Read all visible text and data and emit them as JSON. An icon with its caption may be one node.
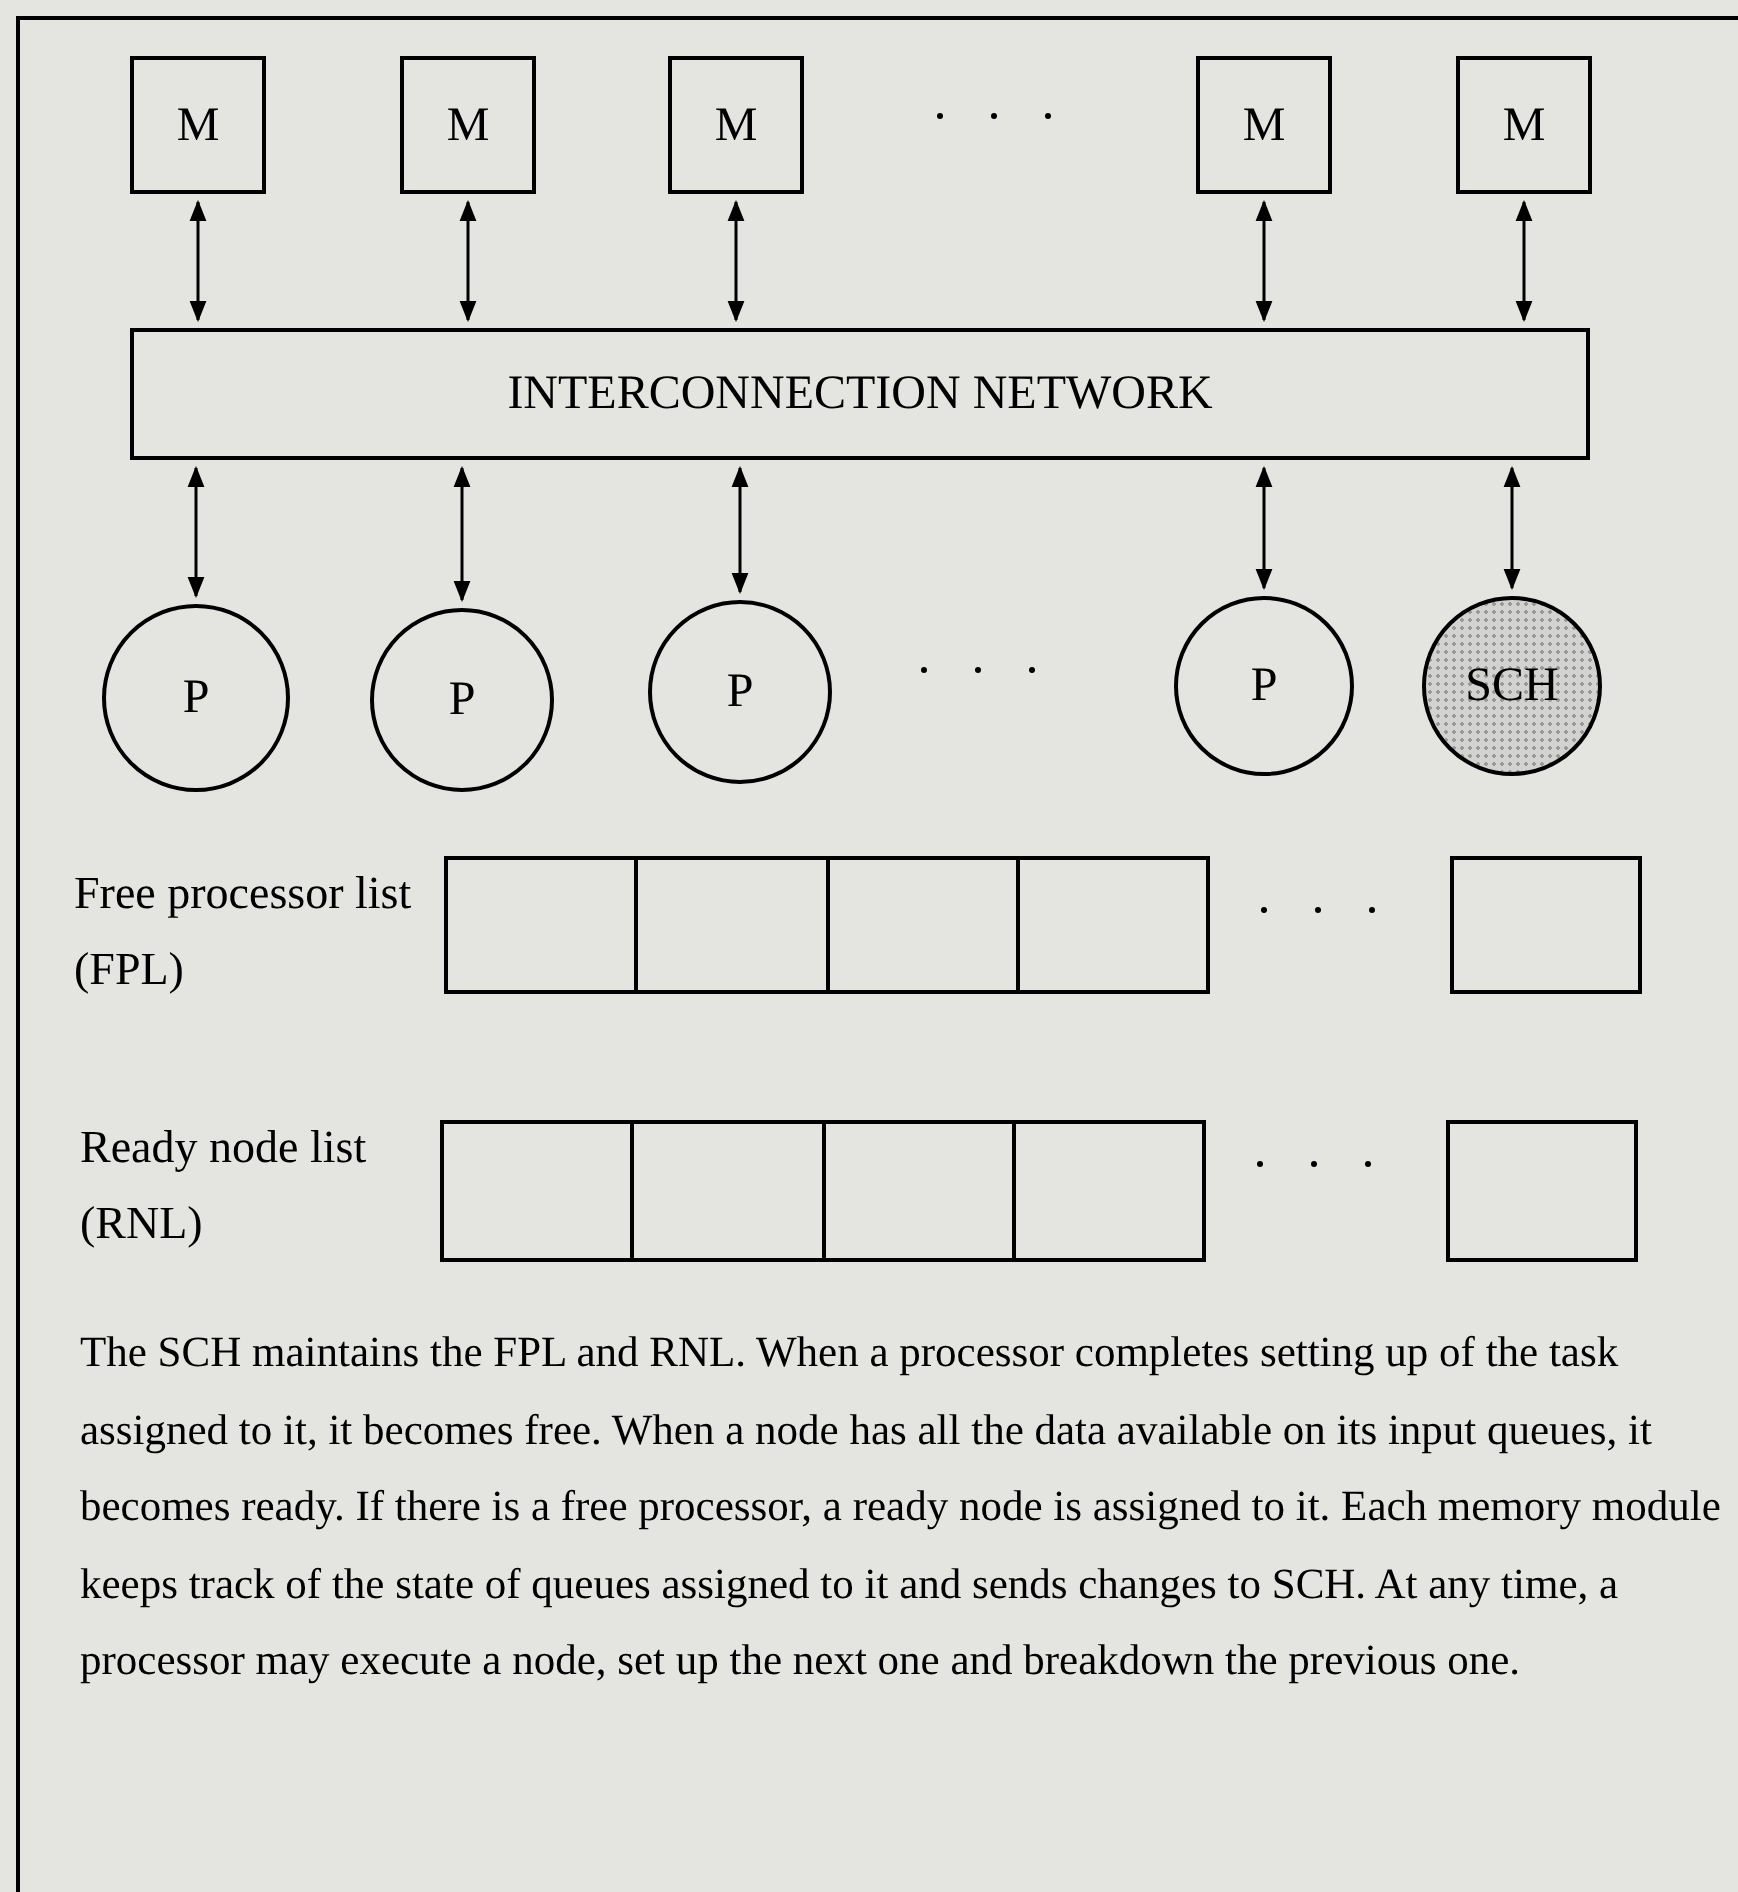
{
  "diagram": {
    "caption": "The SCH maintains the FPL and RNL. When a processor completes setting up of the task assigned to it, it becomes free. When a node has all the data available on its input queues, it becomes ready. If there is a free processor, a ready node is assigned to it. Each memory module keeps track of the state of queues assigned to it and sends changes to SCH. At any time, a processor may execute a node, set up the next one and breakdown the previous one.",
    "nodes": [
      {
        "text": [
          "M"
        ]
      },
      {
        "text": [
          "M"
        ]
      },
      {
        "text": [
          "M"
        ]
      },
      {
        "text": [
          "M"
        ]
      },
      {
        "text": [
          "M"
        ]
      },
      {
        "text": [
          "INTERCONNECTION NETWORK"
        ]
      },
      {
        "text": [
          "P"
        ]
      },
      {
        "text": [
          "P"
        ]
      },
      {
        "text": [
          "P"
        ]
      },
      {
        "text": [
          "P"
        ]
      },
      {
        "text": [
          "SCH"
        ]
      },
      {
        "text": [],
        "shape": "bar",
        "beside": [
          "Free processor list (FPL)"
        ]
      },
      {
        "text": [],
        "shape": "box"
      },
      {
        "text": [],
        "shape": "bar",
        "beside": [
          "Ready node list (RNL)"
        ]
      },
      {
        "text": [],
        "shape": "box"
      }
    ],
    "edges": [
      {
        "from": 0,
        "to": 5,
        "arrow": "both"
      },
      {
        "from": 1,
        "to": 5,
        "arrow": "both"
      },
      {
        "from": 2,
        "to": 5,
        "arrow": "both"
      },
      {
        "from": 3,
        "to": 5,
        "arrow": "both"
      },
      {
        "from": 4,
        "to": 5,
        "arrow": "both"
      },
      {
        "from": 5,
        "to": 6,
        "arrow": "both"
      },
      {
        "from": 5,
        "to": 7,
        "arrow": "both"
      },
      {
        "from": 5,
        "to": 8,
        "arrow": "both"
      },
      {
        "from": 5,
        "to": 9,
        "arrow": "both"
      },
      {
        "from": 5,
        "to": 10,
        "arrow": "both"
      }
    ]
  }
}
